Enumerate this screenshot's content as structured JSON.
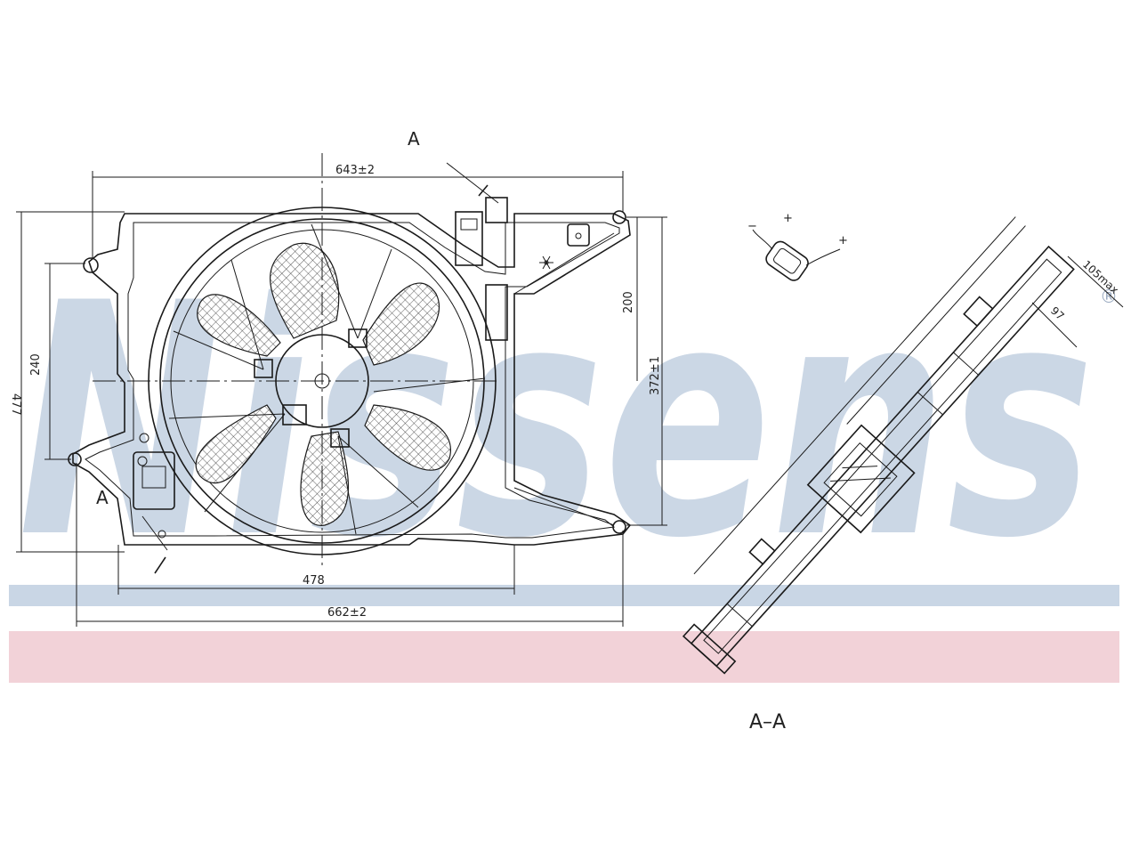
{
  "watermark": {
    "text": "Nissens",
    "trademark": "®",
    "text_color": "#c6d3e3",
    "band_top_color": "#c9d6e5",
    "band_bottom_color": "#f2d2d8"
  },
  "section_markers": {
    "top": "A",
    "left": "A",
    "section_title": "A–A"
  },
  "dimensions": {
    "overall_width_top": "643±2",
    "overall_width_bottom": "662±2",
    "inner_width": "478",
    "overall_height_left": "477",
    "mount_spacing_left": "240",
    "upper_height_right": "200",
    "mount_spacing_right": "372±1",
    "section_depth": "105max",
    "section_inner": "97"
  },
  "connector": {
    "polarity_minus": "−",
    "polarity_plus_top": "+",
    "polarity_plus_right": "+"
  }
}
